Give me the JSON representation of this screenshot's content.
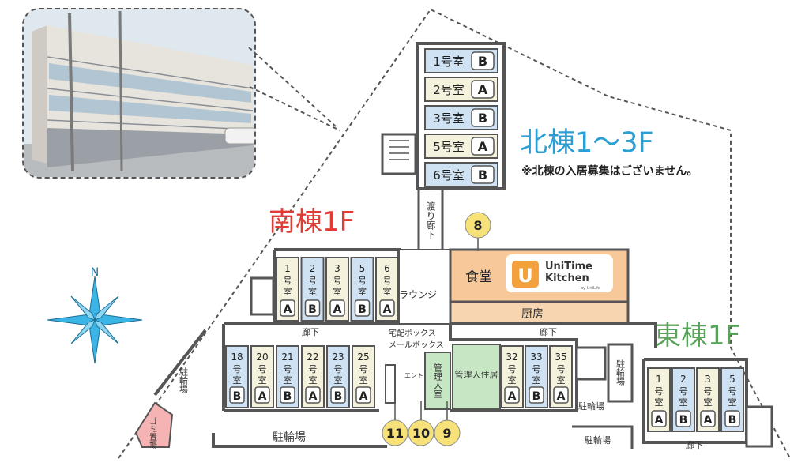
{
  "colors": {
    "blue_room": "#cfe2f3",
    "cream_room": "#f4f1dc",
    "green_room": "#c7e6c4",
    "orange_room": "#f7c89a",
    "north_title": "#2a9fd6",
    "south_title": "#e23a35",
    "east_title": "#59a35b",
    "compass": "#3bb4e6",
    "marker": "#f7e27a",
    "garbage": "#f6b3b3",
    "wall": "#555555"
  },
  "compass_label": "N",
  "north": {
    "title": "北棟1〜3F",
    "note": "※北棟の入居募集はございません。",
    "rooms": [
      {
        "label": "1号室",
        "type": "B"
      },
      {
        "label": "2号室",
        "type": "A"
      },
      {
        "label": "3号室",
        "type": "B"
      },
      {
        "label": "5号室",
        "type": "A"
      },
      {
        "label": "6号室",
        "type": "B"
      }
    ]
  },
  "south": {
    "title": "南棟1F",
    "top_rooms": [
      {
        "num": "1",
        "unit": "号室",
        "type": "A"
      },
      {
        "num": "2",
        "unit": "号室",
        "type": "B"
      },
      {
        "num": "3",
        "unit": "号室",
        "type": "A"
      },
      {
        "num": "5",
        "unit": "号室",
        "type": "B"
      },
      {
        "num": "6",
        "unit": "号室",
        "type": "A"
      }
    ],
    "bottom_rooms": [
      {
        "num": "18",
        "unit": "号室",
        "type": "B"
      },
      {
        "num": "20",
        "unit": "号室",
        "type": "A"
      },
      {
        "num": "21",
        "unit": "号室",
        "type": "B"
      },
      {
        "num": "22",
        "unit": "号室",
        "type": "A"
      },
      {
        "num": "23",
        "unit": "号室",
        "type": "B"
      },
      {
        "num": "25",
        "unit": "号室",
        "type": "A"
      }
    ]
  },
  "middle_rooms": [
    {
      "num": "32",
      "unit": "号室",
      "type": "A"
    },
    {
      "num": "33",
      "unit": "号室",
      "type": "B"
    },
    {
      "num": "35",
      "unit": "号室",
      "type": "A"
    }
  ],
  "east": {
    "title": "東棟1F",
    "rooms": [
      {
        "num": "1",
        "unit": "号室",
        "type": "A"
      },
      {
        "num": "2",
        "unit": "号室",
        "type": "B"
      },
      {
        "num": "3",
        "unit": "号室",
        "type": "A"
      },
      {
        "num": "5",
        "unit": "号室",
        "type": "B"
      }
    ]
  },
  "labels": {
    "bridge": "渡り廊下",
    "lounge": "ラウンジ",
    "dining": "食堂",
    "kitchen": "厨房",
    "corridor": "廊下",
    "delivery_box": "宅配ボックス",
    "mail_box": "メールボックス",
    "entrance": "エントランス",
    "manager_room": "管理人室",
    "manager_residence": "管理人住居",
    "bicycle": "駐輪場",
    "garbage": "ゴミ置場"
  },
  "logo": {
    "line1": "UniTime",
    "line2": "Kitchen",
    "sub": "by UniLife",
    "letter": "U"
  },
  "markers": [
    "8",
    "11",
    "10",
    "9"
  ]
}
